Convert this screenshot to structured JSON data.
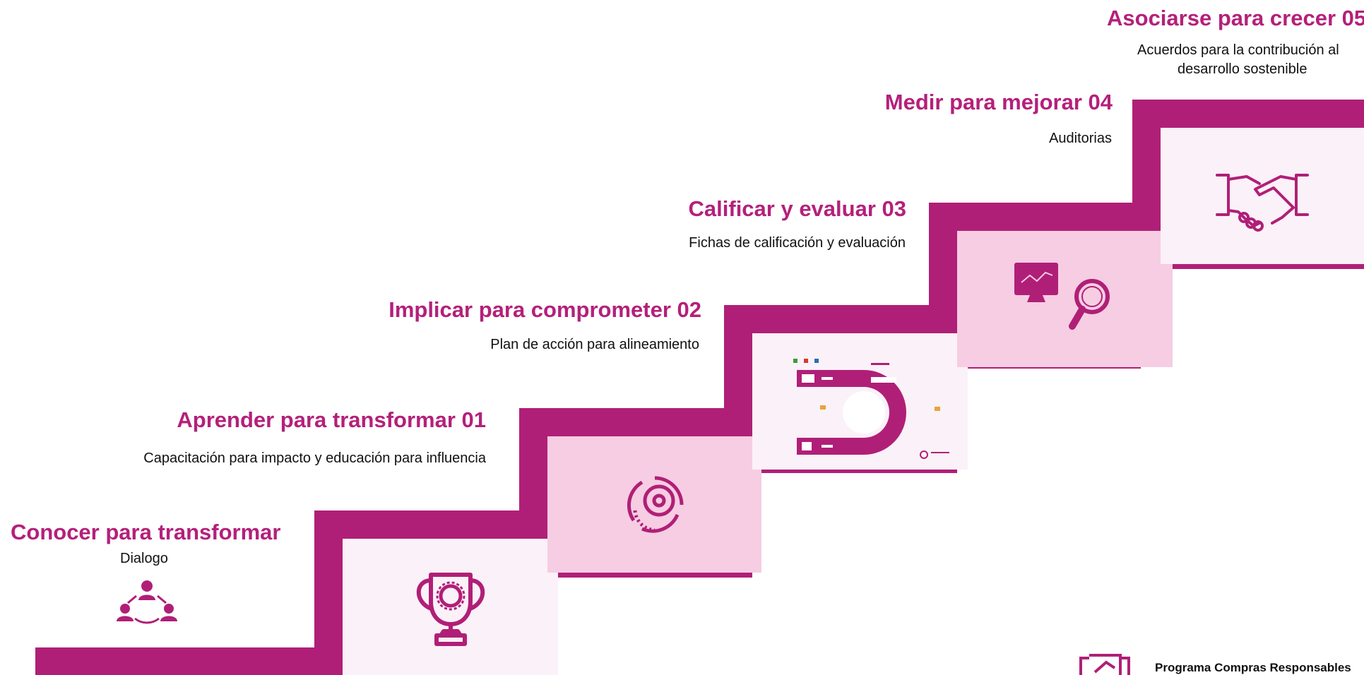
{
  "steps": [
    {
      "title": "Conocer para transformar",
      "desc": "Dialogo",
      "icon": "people-network-icon"
    },
    {
      "title": "Aprender para transformar 01",
      "desc": "Capacitación para impacto y educación para influencia",
      "icon": "trophy-icon"
    },
    {
      "title": "Implicar para comprometer 02",
      "desc": "Plan de acción para alineamiento",
      "icon": "target-chart-icon"
    },
    {
      "title": "Calificar y evaluar 03",
      "desc": "Fichas de calificación y evaluación",
      "icon": "process-diagram-icon"
    },
    {
      "title": "Medir para mejorar 04",
      "desc": "Auditorias",
      "icon": "monitor-magnifier-icon"
    },
    {
      "title": "Asociarse para crecer 05",
      "desc_line1": "Acuerdos para la contribución al",
      "desc_line2": "desarrollo sostenible",
      "icon": "handshake-icon"
    }
  ],
  "footer": {
    "program": "Programa Compras Responsables",
    "icon": "program-logo-icon"
  },
  "colors": {
    "accent": "#b01f77",
    "title": "#b4207a",
    "panel_light": "#fbf1f8",
    "panel_pink": "#f6cde2"
  }
}
